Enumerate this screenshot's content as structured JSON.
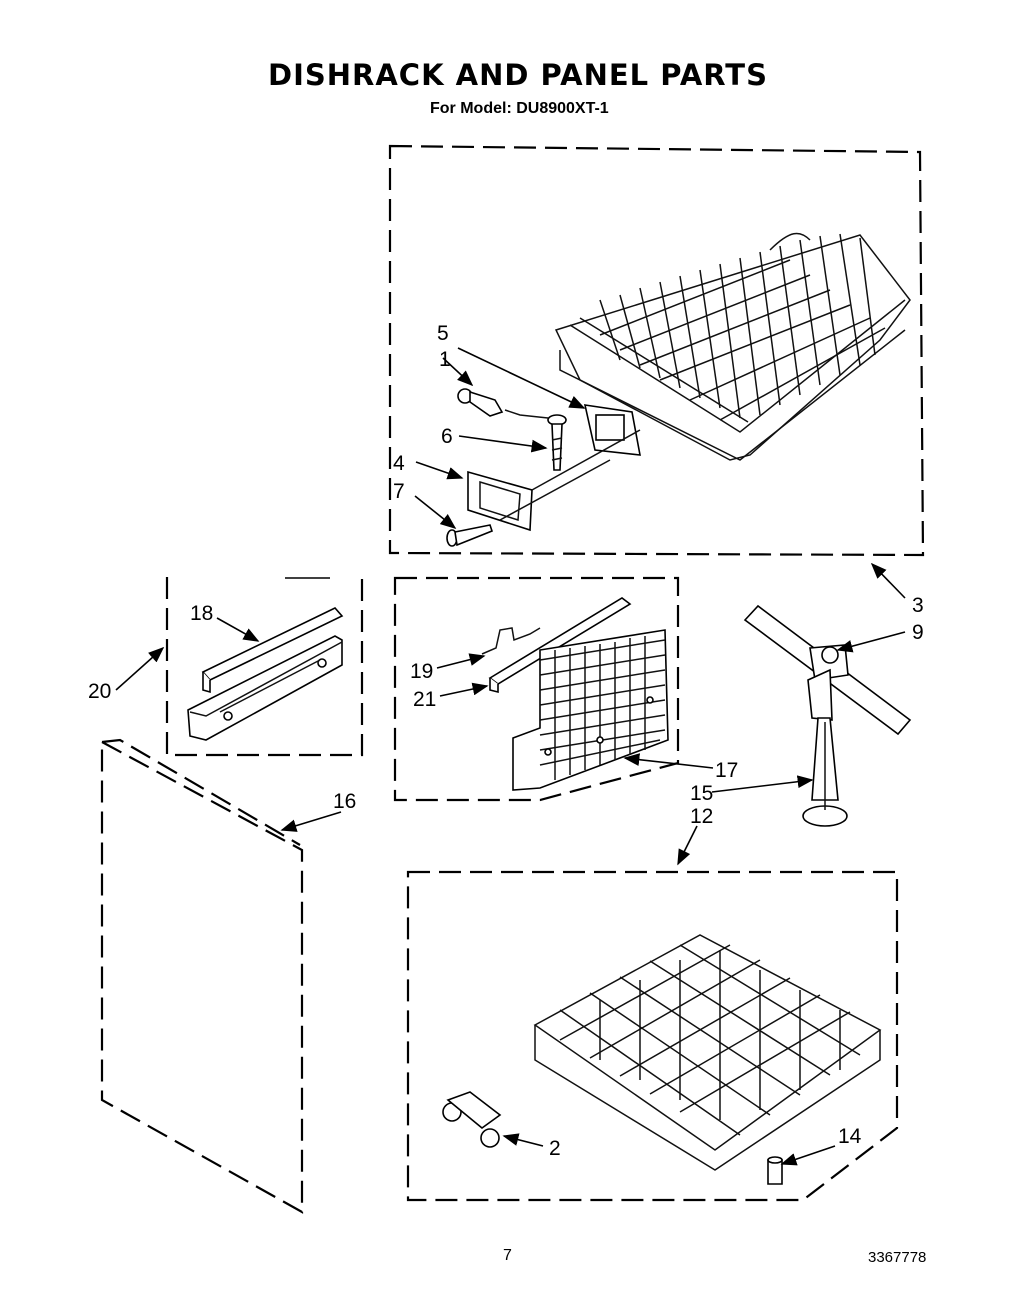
{
  "header": {
    "title": "DISHRACK AND PANEL PARTS",
    "subtitle": "For Model: DU8900XT-1"
  },
  "footer": {
    "page_number": "7",
    "document_number": "3367778"
  },
  "callouts": {
    "c1": "1",
    "c2": "2",
    "c3": "3",
    "c4": "4",
    "c5": "5",
    "c6": "6",
    "c7": "7",
    "c9": "9",
    "c12": "12",
    "c14": "14",
    "c15": "15",
    "c16": "16",
    "c17": "17",
    "c18": "18",
    "c19": "19",
    "c20": "20",
    "c21": "21"
  }
}
